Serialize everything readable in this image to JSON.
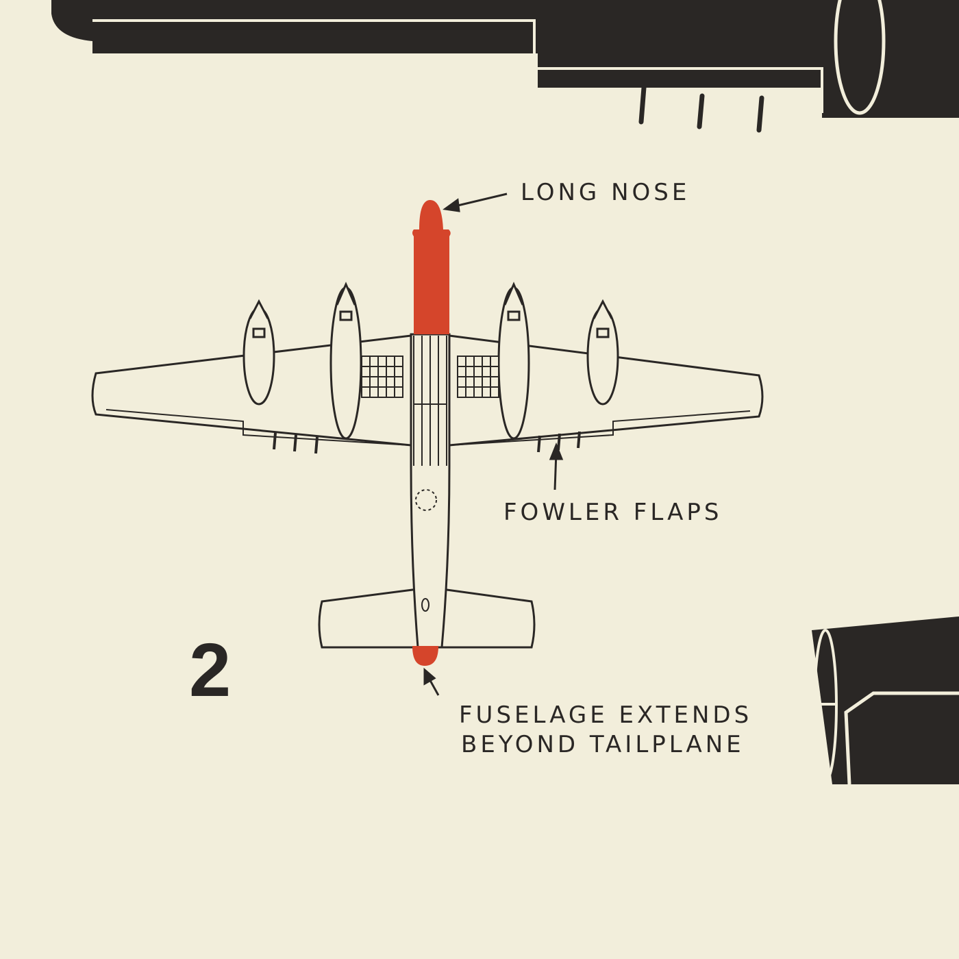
{
  "figure_number": "2",
  "labels": {
    "long_nose": "LONG NOSE",
    "fowler_flaps": "FOWLER FLAPS",
    "fuselage_line1": "FUSELAGE EXTENDS",
    "fuselage_line2": "BEYOND TAILPLANE"
  },
  "colors": {
    "paper": "#f2eedb",
    "ink": "#2a2725",
    "highlight": "#d5452b"
  }
}
